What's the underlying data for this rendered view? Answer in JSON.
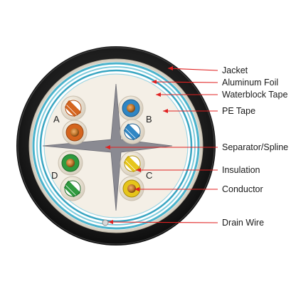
{
  "callouts": [
    {
      "id": "jacket",
      "label": "Jacket"
    },
    {
      "id": "aluminum-foil",
      "label": "Aluminum Foil"
    },
    {
      "id": "waterblock-tape",
      "label": "Waterblock Tape"
    },
    {
      "id": "pe-tape",
      "label": "PE Tape"
    },
    {
      "id": "separator-spline",
      "label": "Separator/Spline"
    },
    {
      "id": "insulation",
      "label": "Insulation"
    },
    {
      "id": "conductor",
      "label": "Conductor"
    },
    {
      "id": "drain-wire",
      "label": "Drain Wire"
    }
  ],
  "pairs": [
    {
      "id": "A",
      "label": "A",
      "solid_color": "#d4641e",
      "stripe_color": "#d4641e"
    },
    {
      "id": "B",
      "label": "B",
      "solid_color": "#2f86c4",
      "stripe_color": "#2f86c4"
    },
    {
      "id": "C",
      "label": "C",
      "solid_color": "#e6c51a",
      "stripe_color": "#e6c51a"
    },
    {
      "id": "D",
      "label": "D",
      "solid_color": "#2e9a3e",
      "stripe_color": "#2e9a3e"
    }
  ],
  "colors": {
    "jacket": "#1c1c1c",
    "aluminum_foil": "#c9c2b4",
    "waterblock_tape": "#4ab3cc",
    "pe_tape": "#ffffff",
    "core_fill": "#f4efe6",
    "spline": "#8a8a92",
    "leader": "#e02020",
    "copper": "#b8732e"
  }
}
